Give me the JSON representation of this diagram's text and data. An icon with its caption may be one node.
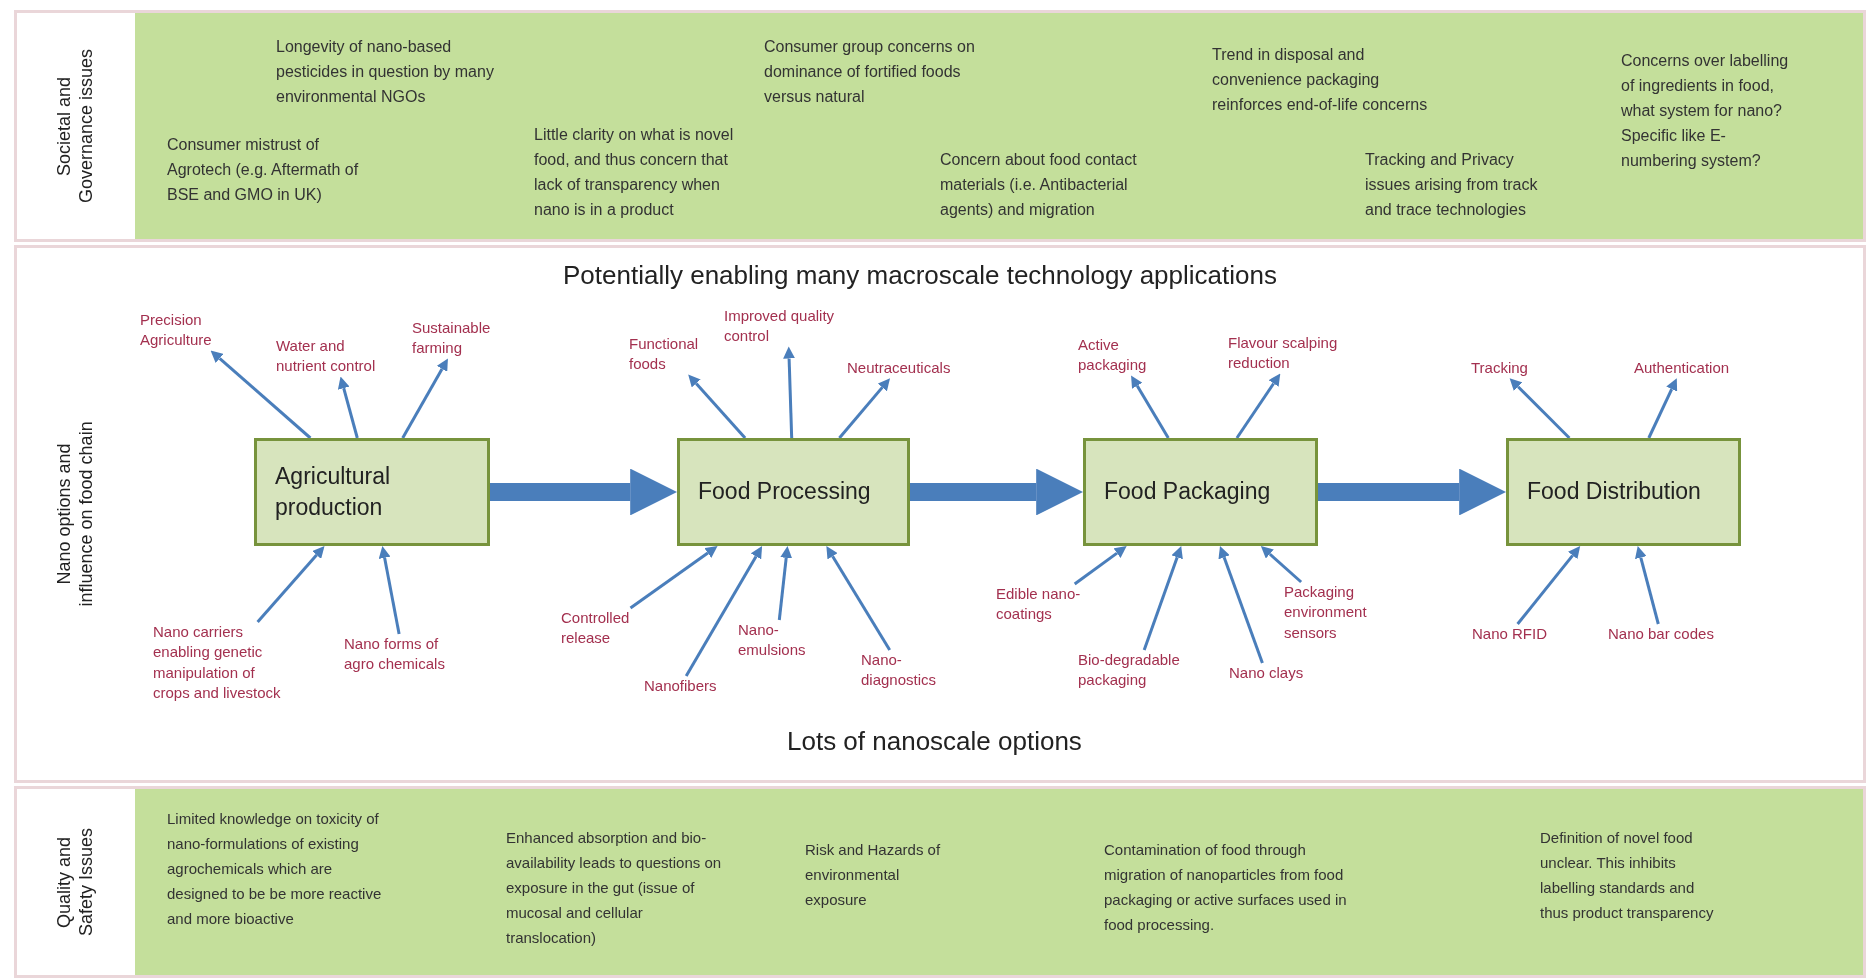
{
  "diagram": {
    "nodes": [
      {
        "text": [
          "Societal and Governance issues"
        ]
      },
      {
        "text": [
          "Nano options and influence on food chain"
        ]
      },
      {
        "text": [
          "Quality and Safety Issues"
        ]
      },
      {
        "text": [
          "Agricultural production"
        ],
        "in": 1
      },
      {
        "text": [
          "Food Processing"
        ],
        "in": 1
      },
      {
        "text": [
          "Food Packaging"
        ],
        "in": 1
      },
      {
        "text": [
          "Food Distribution"
        ],
        "in": 1
      },
      {
        "text": [
          "Precision Agriculture"
        ],
        "in": 1
      },
      {
        "text": [
          "Water and nutrient control"
        ],
        "in": 1
      },
      {
        "text": [
          "Sustainable farming"
        ],
        "in": 1
      },
      {
        "text": [
          "Functional foods"
        ],
        "in": 1
      },
      {
        "text": [
          "Improved quality control"
        ],
        "in": 1
      },
      {
        "text": [
          "Neutraceuticals"
        ],
        "in": 1
      },
      {
        "text": [
          "Active packaging"
        ],
        "in": 1
      },
      {
        "text": [
          "Flavour scalping reduction"
        ],
        "in": 1
      },
      {
        "text": [
          "Tracking"
        ],
        "in": 1
      },
      {
        "text": [
          "Authentication"
        ],
        "in": 1
      },
      {
        "text": [
          "Nano carriers enabling genetic manipulation of crops and livestock"
        ],
        "in": 1
      },
      {
        "text": [
          "Nano forms of agro chemicals"
        ],
        "in": 1
      },
      {
        "text": [
          "Controlled release"
        ],
        "in": 1
      },
      {
        "text": [
          "Nanofibers"
        ],
        "in": 1
      },
      {
        "text": [
          "Nano- emulsions"
        ],
        "in": 1
      },
      {
        "text": [
          "Nano- diagnostics"
        ],
        "in": 1
      },
      {
        "text": [
          "Edible nano-coatings"
        ],
        "in": 1
      },
      {
        "text": [
          "Bio-degradable packaging"
        ],
        "in": 1
      },
      {
        "text": [
          "Nano clays"
        ],
        "in": 1
      },
      {
        "text": [
          "Packaging environment sensors"
        ],
        "in": 1
      },
      {
        "text": [
          "Nano RFID"
        ],
        "in": 1
      },
      {
        "text": [
          "Nano bar codes"
        ],
        "in": 1
      }
    ],
    "edges": [
      {
        "from": 3,
        "to": 7,
        "arrow": "to"
      },
      {
        "from": 3,
        "to": 8,
        "arrow": "to"
      },
      {
        "from": 3,
        "to": 9,
        "arrow": "to"
      },
      {
        "from": 4,
        "to": 10,
        "arrow": "to"
      },
      {
        "from": 4,
        "to": 11,
        "arrow": "to"
      },
      {
        "from": 4,
        "to": 12,
        "arrow": "to"
      },
      {
        "from": 5,
        "to": 13,
        "arrow": "to"
      },
      {
        "from": 5,
        "to": 14,
        "arrow": "to"
      },
      {
        "from": 6,
        "to": 15,
        "arrow": "to"
      },
      {
        "from": 6,
        "to": 16,
        "arrow": "to"
      },
      {
        "from": 3,
        "to": 4,
        "arrow": "to",
        "style": "thick"
      },
      {
        "from": 4,
        "to": 5,
        "arrow": "to",
        "style": "thick"
      },
      {
        "from": 5,
        "to": 6,
        "arrow": "to",
        "style": "thick"
      },
      {
        "from": 17,
        "to": 3,
        "arrow": "to"
      },
      {
        "from": 18,
        "to": 3,
        "arrow": "to"
      },
      {
        "from": 19,
        "to": 4,
        "arrow": "to"
      },
      {
        "from": 20,
        "to": 4,
        "arrow": "to"
      },
      {
        "from": 21,
        "to": 4,
        "arrow": "to"
      },
      {
        "from": 22,
        "to": 4,
        "arrow": "to"
      },
      {
        "from": 23,
        "to": 5,
        "arrow": "to"
      },
      {
        "from": 24,
        "to": 5,
        "arrow": "to"
      },
      {
        "from": 25,
        "to": 5,
        "arrow": "to"
      },
      {
        "from": 26,
        "to": 5,
        "arrow": "to"
      },
      {
        "from": 27,
        "to": 6,
        "arrow": "to"
      },
      {
        "from": 28,
        "to": 6,
        "arrow": "to"
      }
    ],
    "labels": [
      "Longevity of nano-based pesticides in question by many environmental NGOs",
      "Consumer group concerns on dominance of fortified foods versus natural",
      "Trend in disposal and convenience packaging reinforces end-of-life concerns",
      "Concerns over labelling of ingredients in food, what system for nano? Specific like E- numbering system?",
      "Consumer mistrust of Agrotech (e.g. Aftermath of BSE and GMO in UK)",
      "Little clarity on what is novel food, and thus concern that lack of transparency when nano is in a product",
      "Concern about food contact materials (i.e. Antibacterial agents) and migration",
      "Tracking and Privacy issues arising from track and trace technologies",
      "Potentially enabling many macroscale technology applications",
      "Lots of nanoscale options",
      "Limited knowledge on toxicity of nano-formulations of existing agrochemicals which are designed to be be more reactive and more bioactive",
      "Enhanced absorption and bio-availability leads to questions on exposure in the gut (issue of mucosal and cellular translocation)",
      "Risk and Hazards of environmental exposure",
      "Contamination of food through migration of nanoparticles from food packaging or active surfaces used in food processing.",
      "Definition of novel food unclear.  This inhibits labelling standards and thus product transparency"
    ]
  }
}
